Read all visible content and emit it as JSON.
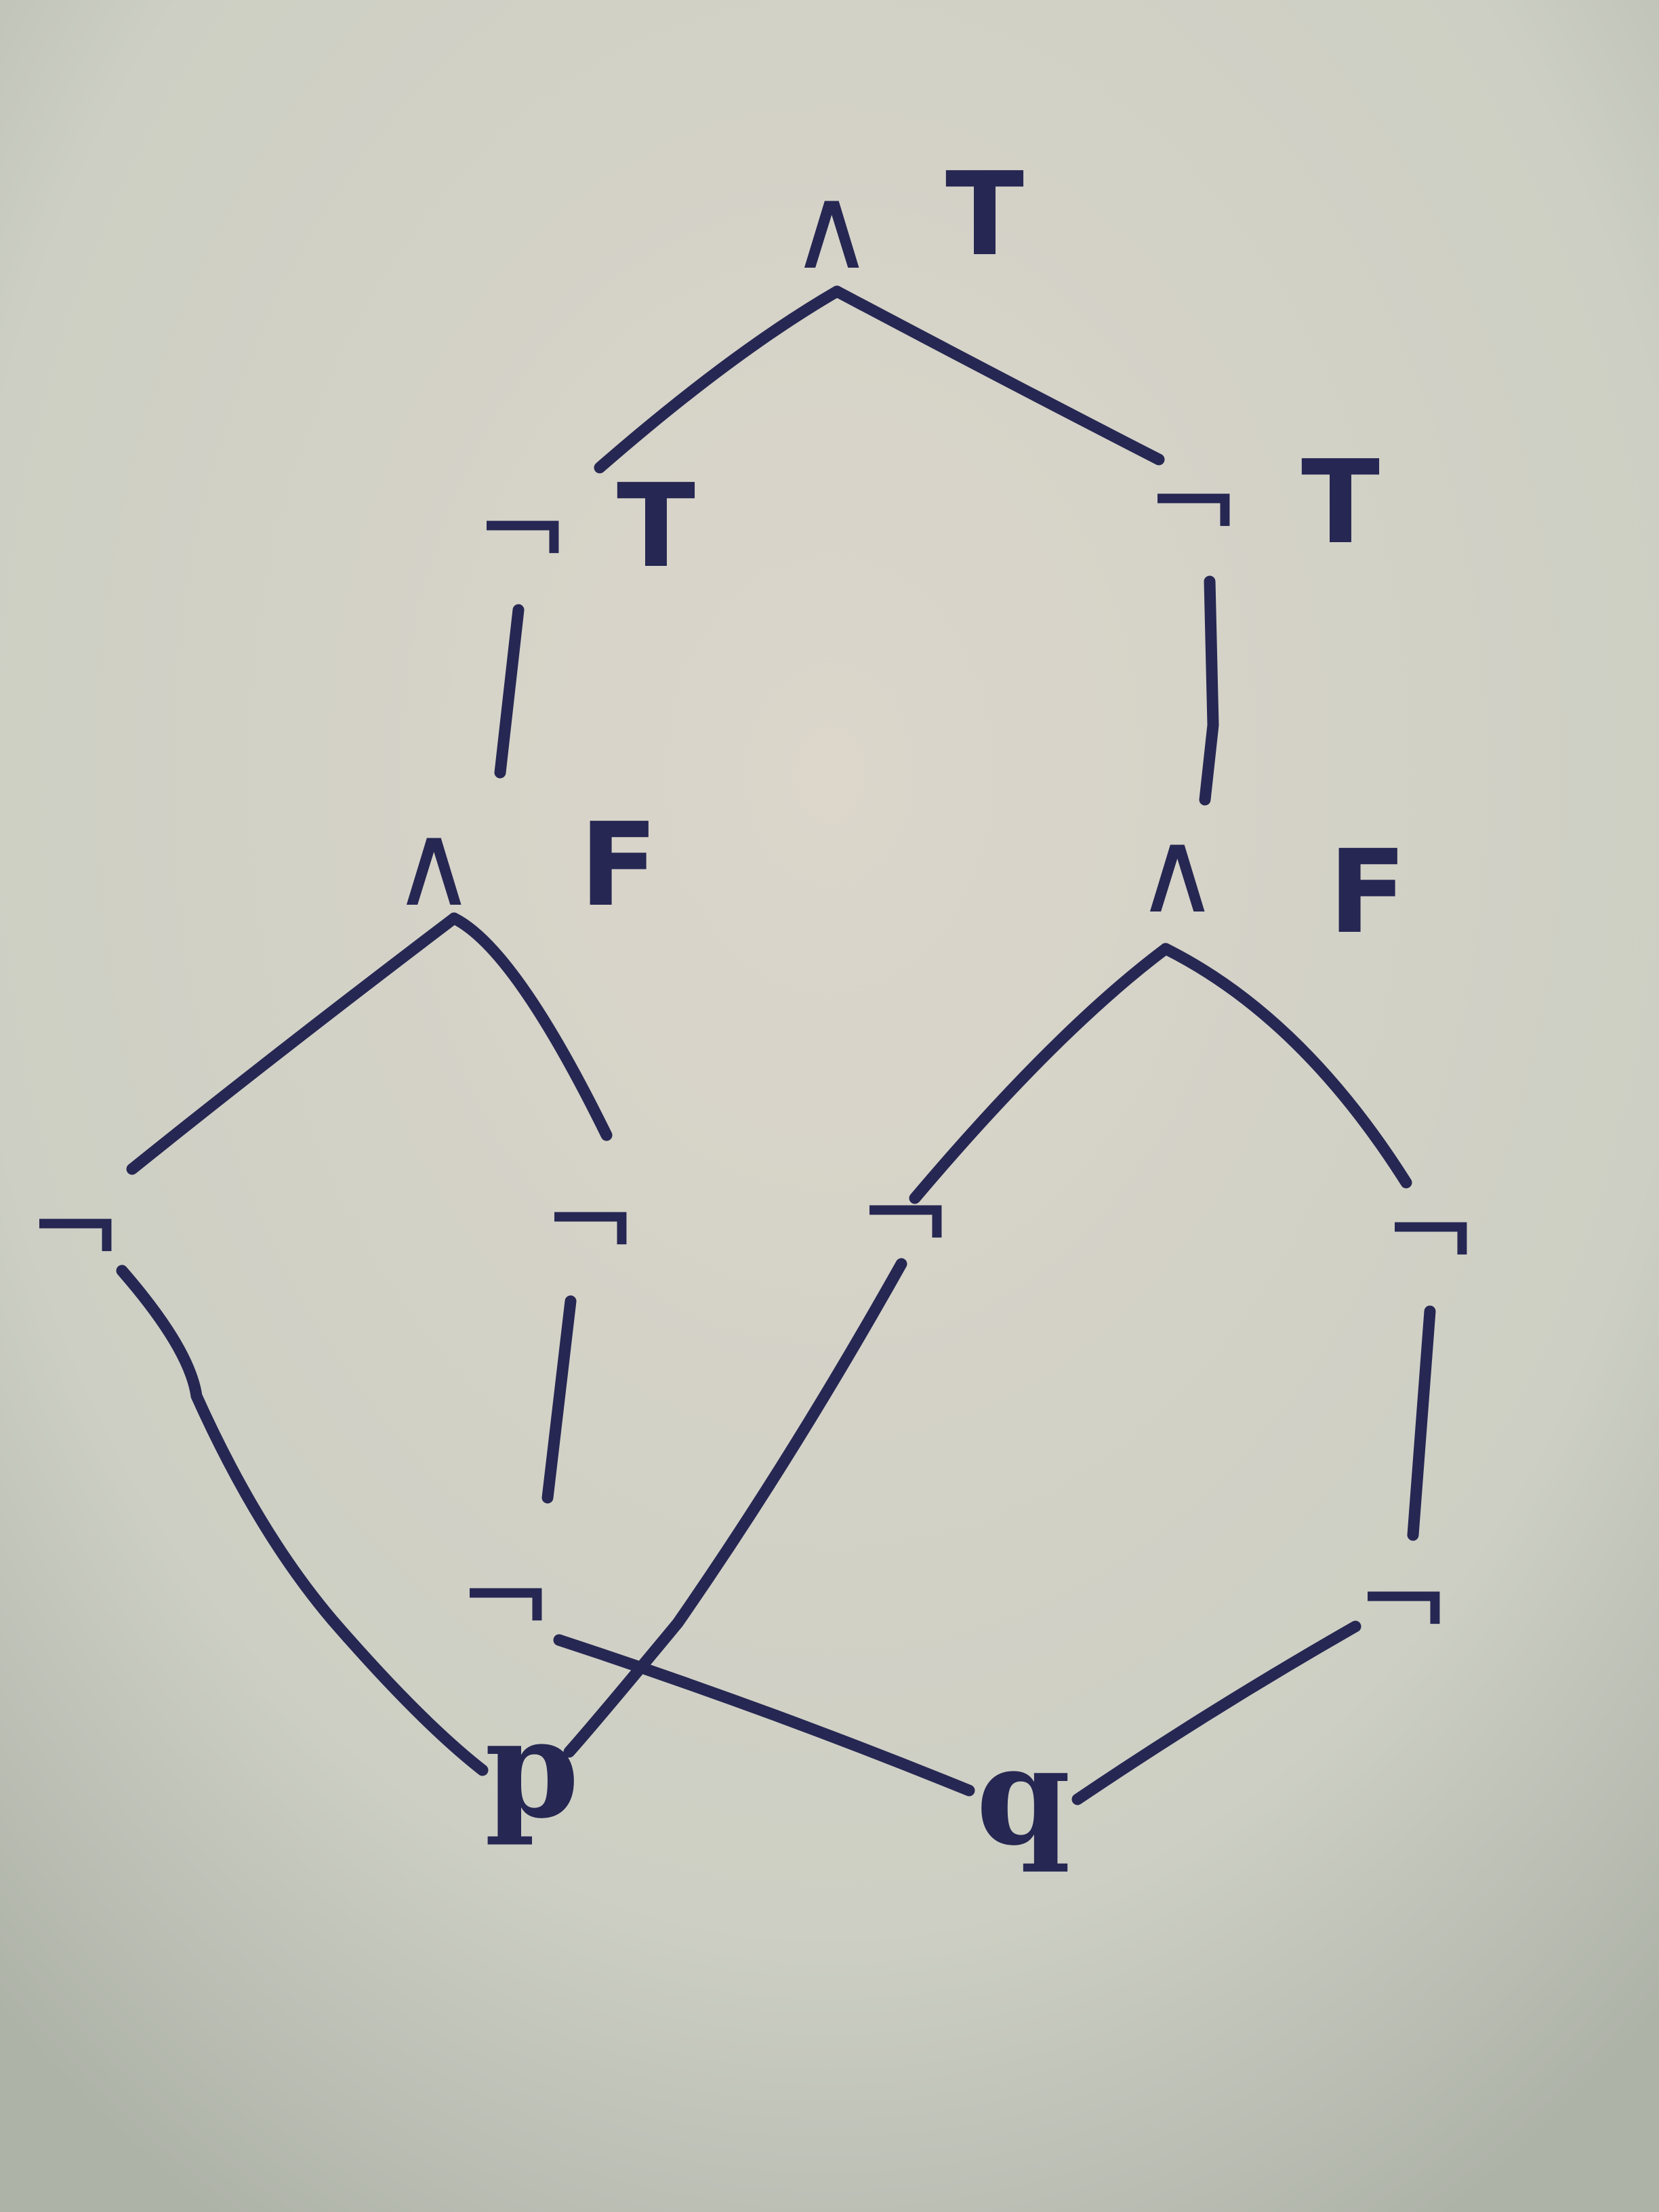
{
  "symbols": {
    "and": "∧",
    "not": "¬"
  },
  "nodes": [
    {
      "id": "and-root",
      "op": "and",
      "value": "T"
    },
    {
      "id": "not-left",
      "op": "not",
      "value": "T"
    },
    {
      "id": "not-right",
      "op": "not",
      "value": "T"
    },
    {
      "id": "and-left",
      "op": "and",
      "value": "F"
    },
    {
      "id": "and-right",
      "op": "and",
      "value": "F"
    },
    {
      "id": "not-l1",
      "op": "not",
      "value": ""
    },
    {
      "id": "not-l2",
      "op": "not",
      "value": ""
    },
    {
      "id": "not-l2-inner",
      "op": "not",
      "value": ""
    },
    {
      "id": "not-r1",
      "op": "not",
      "value": ""
    },
    {
      "id": "not-r2",
      "op": "not",
      "value": ""
    },
    {
      "id": "not-r2-inner",
      "op": "not",
      "value": ""
    }
  ],
  "variables": {
    "p": "p",
    "q": "q"
  },
  "colors": {
    "ink": "#262752",
    "paper": "#cfd0c6"
  }
}
